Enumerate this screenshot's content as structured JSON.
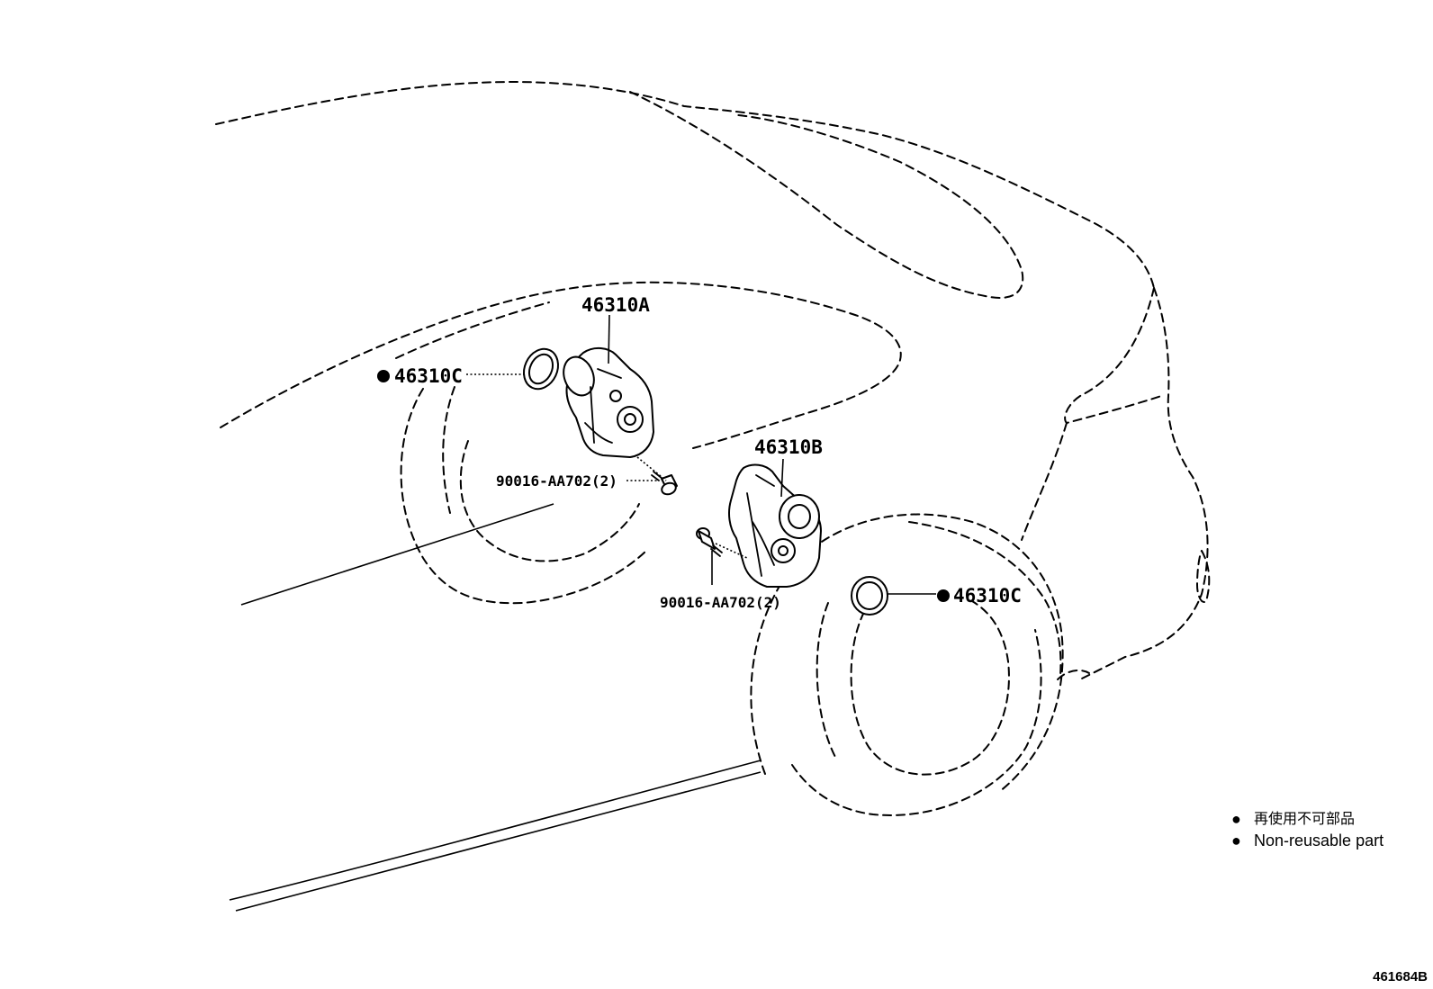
{
  "callouts": {
    "part_a": "46310A",
    "part_b": "46310B",
    "part_c_left": "46310C",
    "part_c_right": "46310C",
    "bolt_upper": "90016-AA702(2)",
    "bolt_lower": "90016-AA702(2)"
  },
  "legend": {
    "marker": "●",
    "line_1": "再使用不可部品",
    "line_2": "Non-reusable part"
  },
  "figure_id": "461684B"
}
